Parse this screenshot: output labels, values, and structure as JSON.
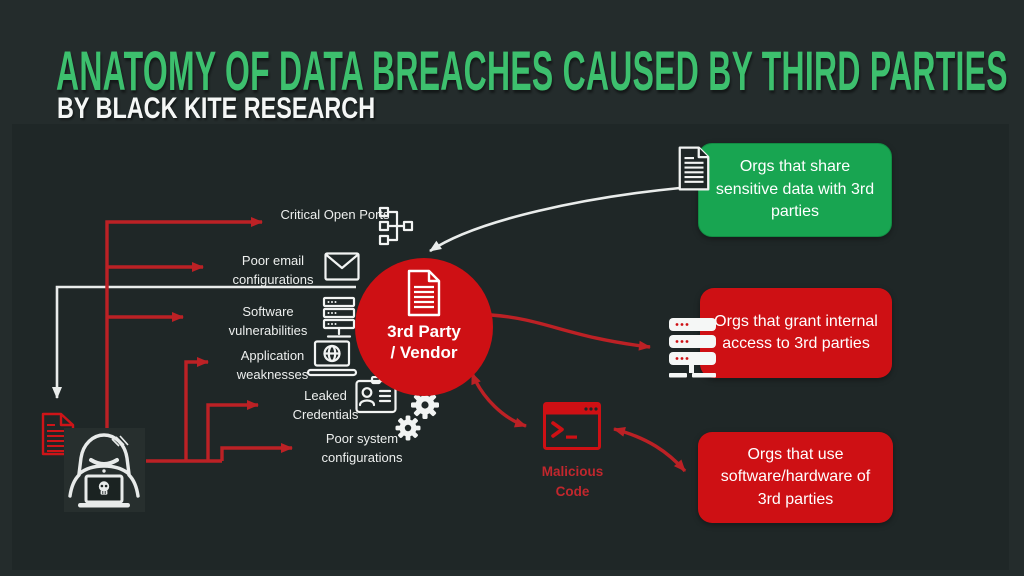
{
  "header": {
    "title": "ANATOMY OF DATA BREACHES CAUSED BY THIRD PARTIES",
    "subtitle": "BY BLACK KITE RESEARCH"
  },
  "vectors": [
    {
      "label": "Critical Open Ports",
      "icon": "network-ports-icon"
    },
    {
      "label": "Poor email configurations",
      "icon": "envelope-icon"
    },
    {
      "label": "Software vulnerabilities",
      "icon": "server-rack-icon"
    },
    {
      "label": "Application weaknesses",
      "icon": "laptop-globe-icon"
    },
    {
      "label": "Leaked Credentials",
      "icon": "id-card-icon"
    },
    {
      "label": "Poor system configurations",
      "icon": "gears-icon"
    }
  ],
  "center": {
    "line1": "3rd Party",
    "line2": "/ Vendor"
  },
  "malicious": {
    "label": "Malicious Code"
  },
  "outcomes": [
    {
      "text": "Orgs that share sensitive data with 3rd parties",
      "tone": "green"
    },
    {
      "text": "Orgs that grant internal access to 3rd parties",
      "tone": "red"
    },
    {
      "text": "Orgs that use software/hardware of 3rd parties",
      "tone": "red"
    }
  ],
  "colors": {
    "bg-outer": "#242C2C",
    "bg-panel": "#1F2727",
    "title-green": "#3DC06E",
    "box-green": "#18A551",
    "red": "#CE1014",
    "arrow-red": "#BC2125",
    "malicious-red": "#C1272D",
    "white": "#F2F4F3",
    "line-white": "#E9ECEB"
  }
}
